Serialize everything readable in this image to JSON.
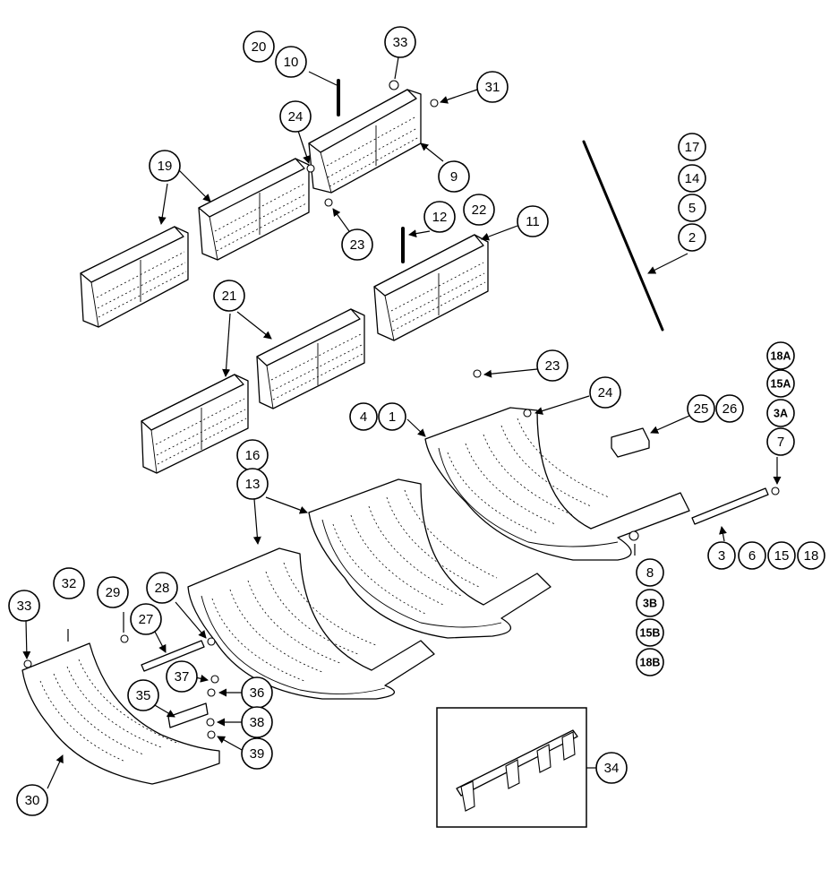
{
  "diagram": {
    "callouts": [
      "20",
      "10",
      "33",
      "31",
      "24",
      "9",
      "19",
      "23",
      "12",
      "22",
      "11",
      "17",
      "14",
      "5",
      "2",
      "21",
      "23",
      "24",
      "4",
      "1",
      "25",
      "26",
      "18A",
      "15A",
      "3A",
      "7",
      "16",
      "13",
      "3",
      "6",
      "15",
      "18",
      "8",
      "3B",
      "15B",
      "18B",
      "33",
      "32",
      "29",
      "28",
      "27",
      "37",
      "36",
      "35",
      "38",
      "39",
      "30",
      "34"
    ]
  }
}
